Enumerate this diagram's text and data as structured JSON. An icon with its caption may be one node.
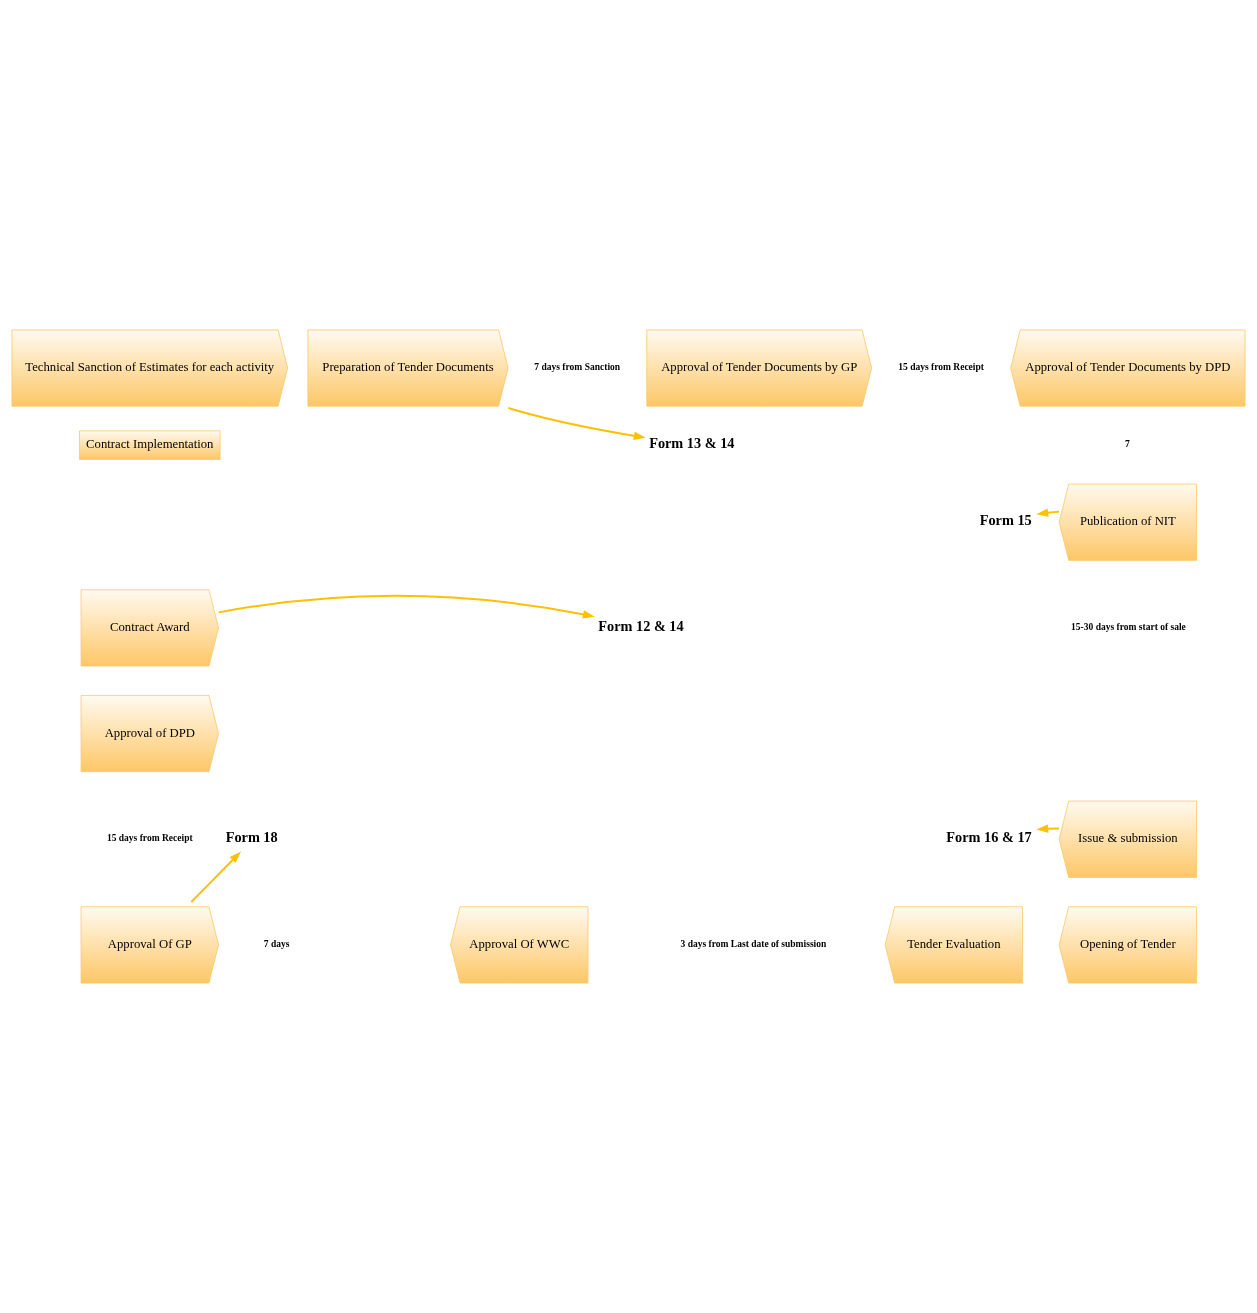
{
  "diagram": {
    "nodes": [
      {
        "text": [
          "Technical Sanction of Estimates for each activity"
        ]
      },
      {
        "text": [
          "Preparation of Tender Documents"
        ]
      },
      {
        "text": [
          "Approval of Tender Documents by GP"
        ]
      },
      {
        "text": [
          "Approval of Tender Documents by DPD"
        ]
      },
      {
        "text": [
          "Contract Implementation"
        ]
      },
      {
        "text": [
          "Form 13 & 14"
        ]
      },
      {
        "text": [
          "Form 15"
        ]
      },
      {
        "text": [
          "Publication of NIT"
        ]
      },
      {
        "text": [
          "Contract Award"
        ]
      },
      {
        "text": [
          "Form 12 & 14"
        ]
      },
      {
        "text": [
          "Form 16 & 17"
        ]
      },
      {
        "text": [
          "Issue & submission"
        ]
      },
      {
        "text": [
          "Approval of DPD"
        ]
      },
      {
        "text": [
          "Form 18"
        ]
      },
      {
        "text": [
          "Approval Of GP"
        ]
      },
      {
        "text": [
          "Approval Of WWC"
        ]
      },
      {
        "text": [
          "Tender Evaluation"
        ]
      },
      {
        "text": [
          "Opening of Tender"
        ]
      }
    ],
    "edges": [
      {
        "from": 1,
        "to": 5,
        "arrow": "to"
      },
      {
        "from": 7,
        "to": 6,
        "arrow": "to"
      },
      {
        "from": 8,
        "to": 9,
        "arrow": "to"
      },
      {
        "from": 11,
        "to": 10,
        "arrow": "to"
      },
      {
        "from": 14,
        "to": 13,
        "arrow": "to"
      }
    ],
    "labels": [
      "7 days from Sanction",
      "15 days from Receipt",
      "7",
      "15-30 days from start of sale",
      "15 days from Receipt",
      "7 days",
      "3 days from Last date of submission"
    ]
  }
}
